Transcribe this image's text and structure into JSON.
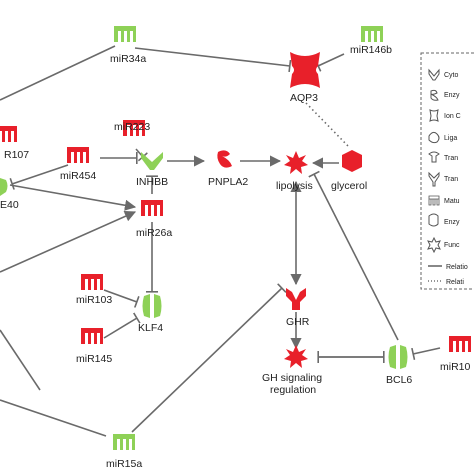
{
  "nodes": {
    "mir34a": "miR34a",
    "mir146b": "miR146b",
    "aqp3": "AQP3",
    "mir107": "R107",
    "mir223": "miR223",
    "mir454": "miR454",
    "inhbb": "INHBB",
    "pnpla2": "PNPLA2",
    "lipolysis": "lipolysis",
    "glycerol": "glycerol",
    "e40": "E40",
    "mir26a": "miR26a",
    "mir103": "miR103",
    "klf4": "KLF4",
    "mir145": "miR145",
    "ghr": "GHR",
    "gh_signaling": [
      "GH signaling",
      "regulation"
    ],
    "bcl6": "BCL6",
    "mir10x": "miR10",
    "mir15a": "miR15a"
  },
  "legend": {
    "items": [
      "Cyto",
      "Enzy",
      "Ion C",
      "Liga",
      "Tran",
      "Tran",
      "Matu",
      "Enzy",
      "Func",
      "Relatio",
      "Relati"
    ]
  },
  "colors": {
    "red": "#e8202a",
    "green": "#8ed157",
    "edge": "#6a6a6a"
  }
}
